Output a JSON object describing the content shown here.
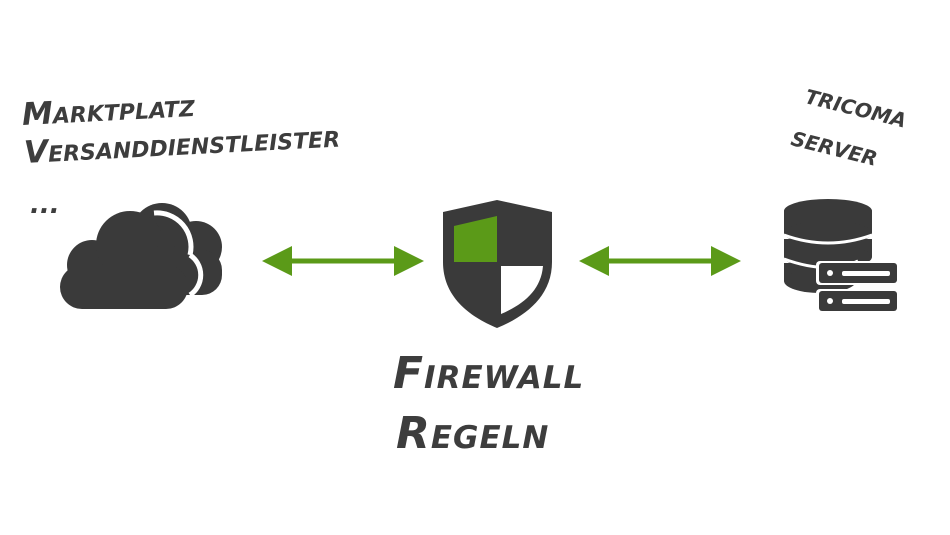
{
  "left_label": {
    "line1": "Marktplatz",
    "line2": "Versanddienstleister",
    "line3": "..."
  },
  "right_label": {
    "line1": "tricoma",
    "line2": "server"
  },
  "center_label": {
    "line1": "Firewall",
    "line2": "Regeln"
  },
  "icons": {
    "left": "cloud-icon",
    "center": "shield-icon",
    "right": "database-server-icon",
    "connectors": [
      "double-arrow-icon",
      "double-arrow-icon"
    ]
  },
  "colors": {
    "icon_dark": "#3a3a3a",
    "accent_green": "#5b9a18",
    "text": "#3d3d3d",
    "background": "#ffffff"
  }
}
